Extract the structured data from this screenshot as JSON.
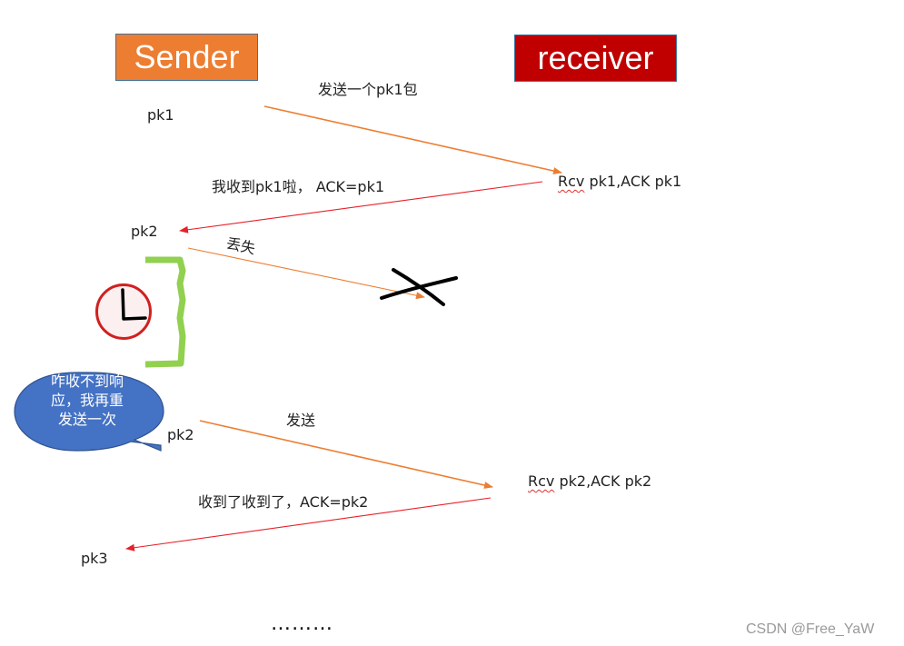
{
  "sender": {
    "label": "Sender"
  },
  "receiver": {
    "label": "receiver"
  },
  "messages": {
    "send_pk1": "发送一个pk1包",
    "ack_pk1": "我收到pk1啦， ACK=pk1",
    "lost": "丢失",
    "resend": "发送",
    "ack_pk2": "收到了收到了，ACK=pk2"
  },
  "packets": {
    "pk1": "pk1",
    "pk2_first": "pk2",
    "pk2_retry": "pk2",
    "pk3": "pk3"
  },
  "receiver_notes": {
    "note1_rcv": "Rcv",
    "note1_rest": " pk1,ACK  pk1",
    "note2_rcv": "Rcv",
    "note2_rest": " pk2,ACK  pk2"
  },
  "timeout_bubble": {
    "text": "咋收不到响应，我再重发送一次"
  },
  "ellipsis": "………",
  "watermark": "CSDN @Free_YaW",
  "colors": {
    "send_arrow": "#ED7D31",
    "ack_arrow": "#E8202A",
    "timer_bracket": "#92D050",
    "bubble": "#4472C4",
    "clock_ring": "#D02020"
  }
}
